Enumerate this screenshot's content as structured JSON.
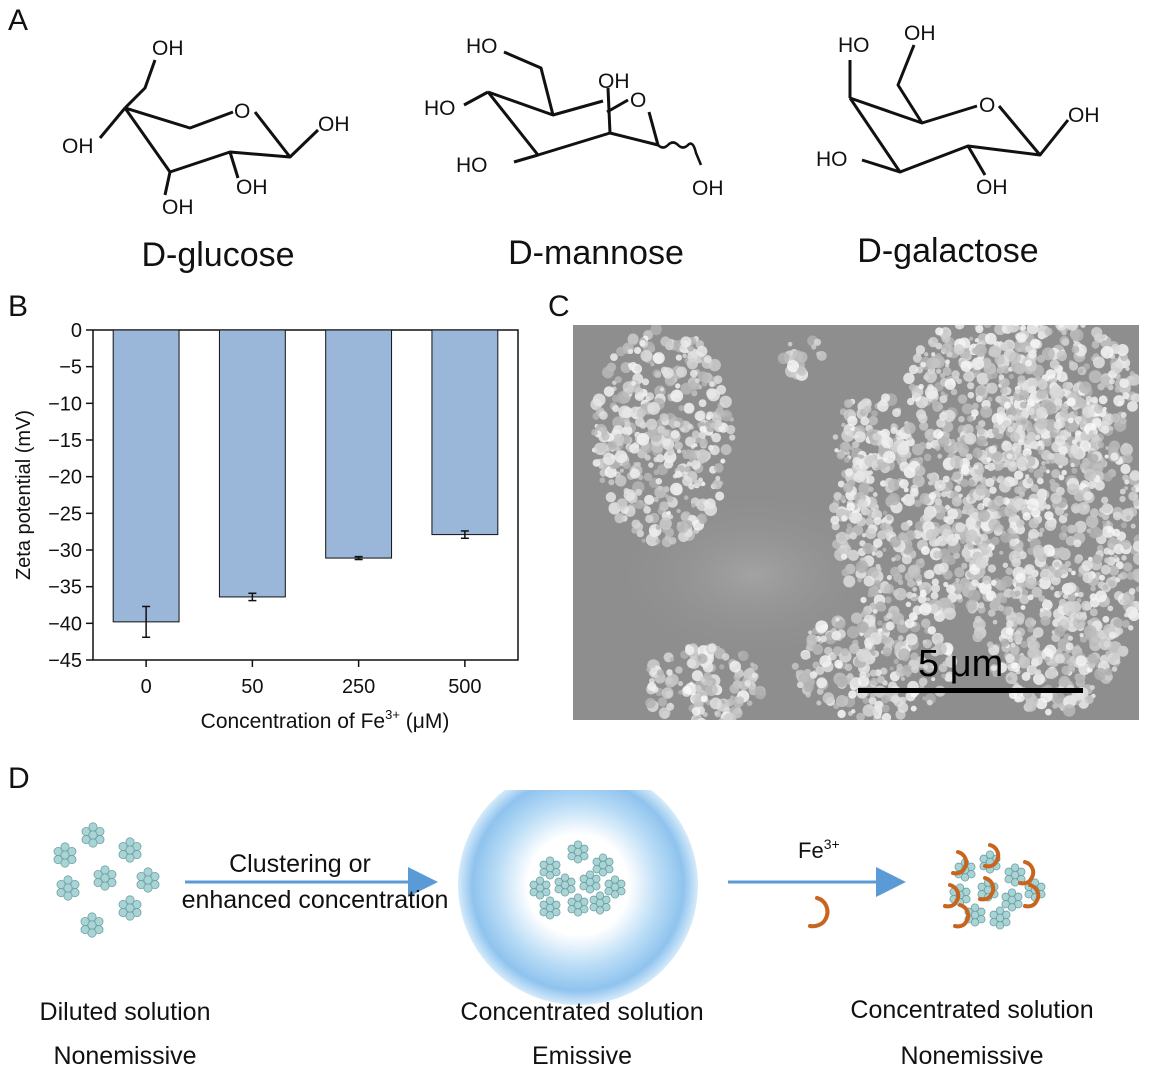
{
  "panels": {
    "a": "A",
    "b": "B",
    "c": "C",
    "d": "D"
  },
  "molecules": {
    "glucose": {
      "name": "D-glucose",
      "oh": "OH",
      "ring_o": "O"
    },
    "mannose": {
      "name": "D-mannose",
      "ho": "HO",
      "oh": "OH",
      "ring_o": "O"
    },
    "galactose": {
      "name": "D-galactose",
      "ho": "HO",
      "oh": "OH",
      "ring_o": "O"
    }
  },
  "chart_data": {
    "type": "bar",
    "categories": [
      "0",
      "50",
      "250",
      "500"
    ],
    "values": [
      -39.8,
      -36.4,
      -31.1,
      -27.9
    ],
    "errors": [
      2.1,
      0.5,
      0.2,
      0.5
    ],
    "xlabel_main": "Concentration of Fe",
    "xlabel_sup": "3+",
    "xlabel_unit": " (μM)",
    "ylabel": "Zeta potential (mV)",
    "ylim": [
      -45,
      0
    ],
    "yticks": [
      "0",
      "−5",
      "−10",
      "−15",
      "−20",
      "−25",
      "−30",
      "−35",
      "−40",
      "−45"
    ],
    "bar_color": "#9ab6d9",
    "grid": false
  },
  "sem": {
    "scale_label": "5 μm"
  },
  "schematic": {
    "arrow1_line1": "Clustering or",
    "arrow1_line2": "enhanced concentration",
    "arrow2_label": "Fe",
    "arrow2_sup": "3+",
    "state1_line1": "Diluted solution",
    "state1_line2": "Nonemissive",
    "state2_line1": "Concentrated solution",
    "state2_line2": "Emissive",
    "state3_line1": "Concentrated solution",
    "state3_line2": "Nonemissive",
    "arrow_color": "#5b9bd5",
    "glow_color": "#8fc3ee",
    "cluster_color": "#a9d4d6",
    "fe_color": "#c8641e"
  }
}
